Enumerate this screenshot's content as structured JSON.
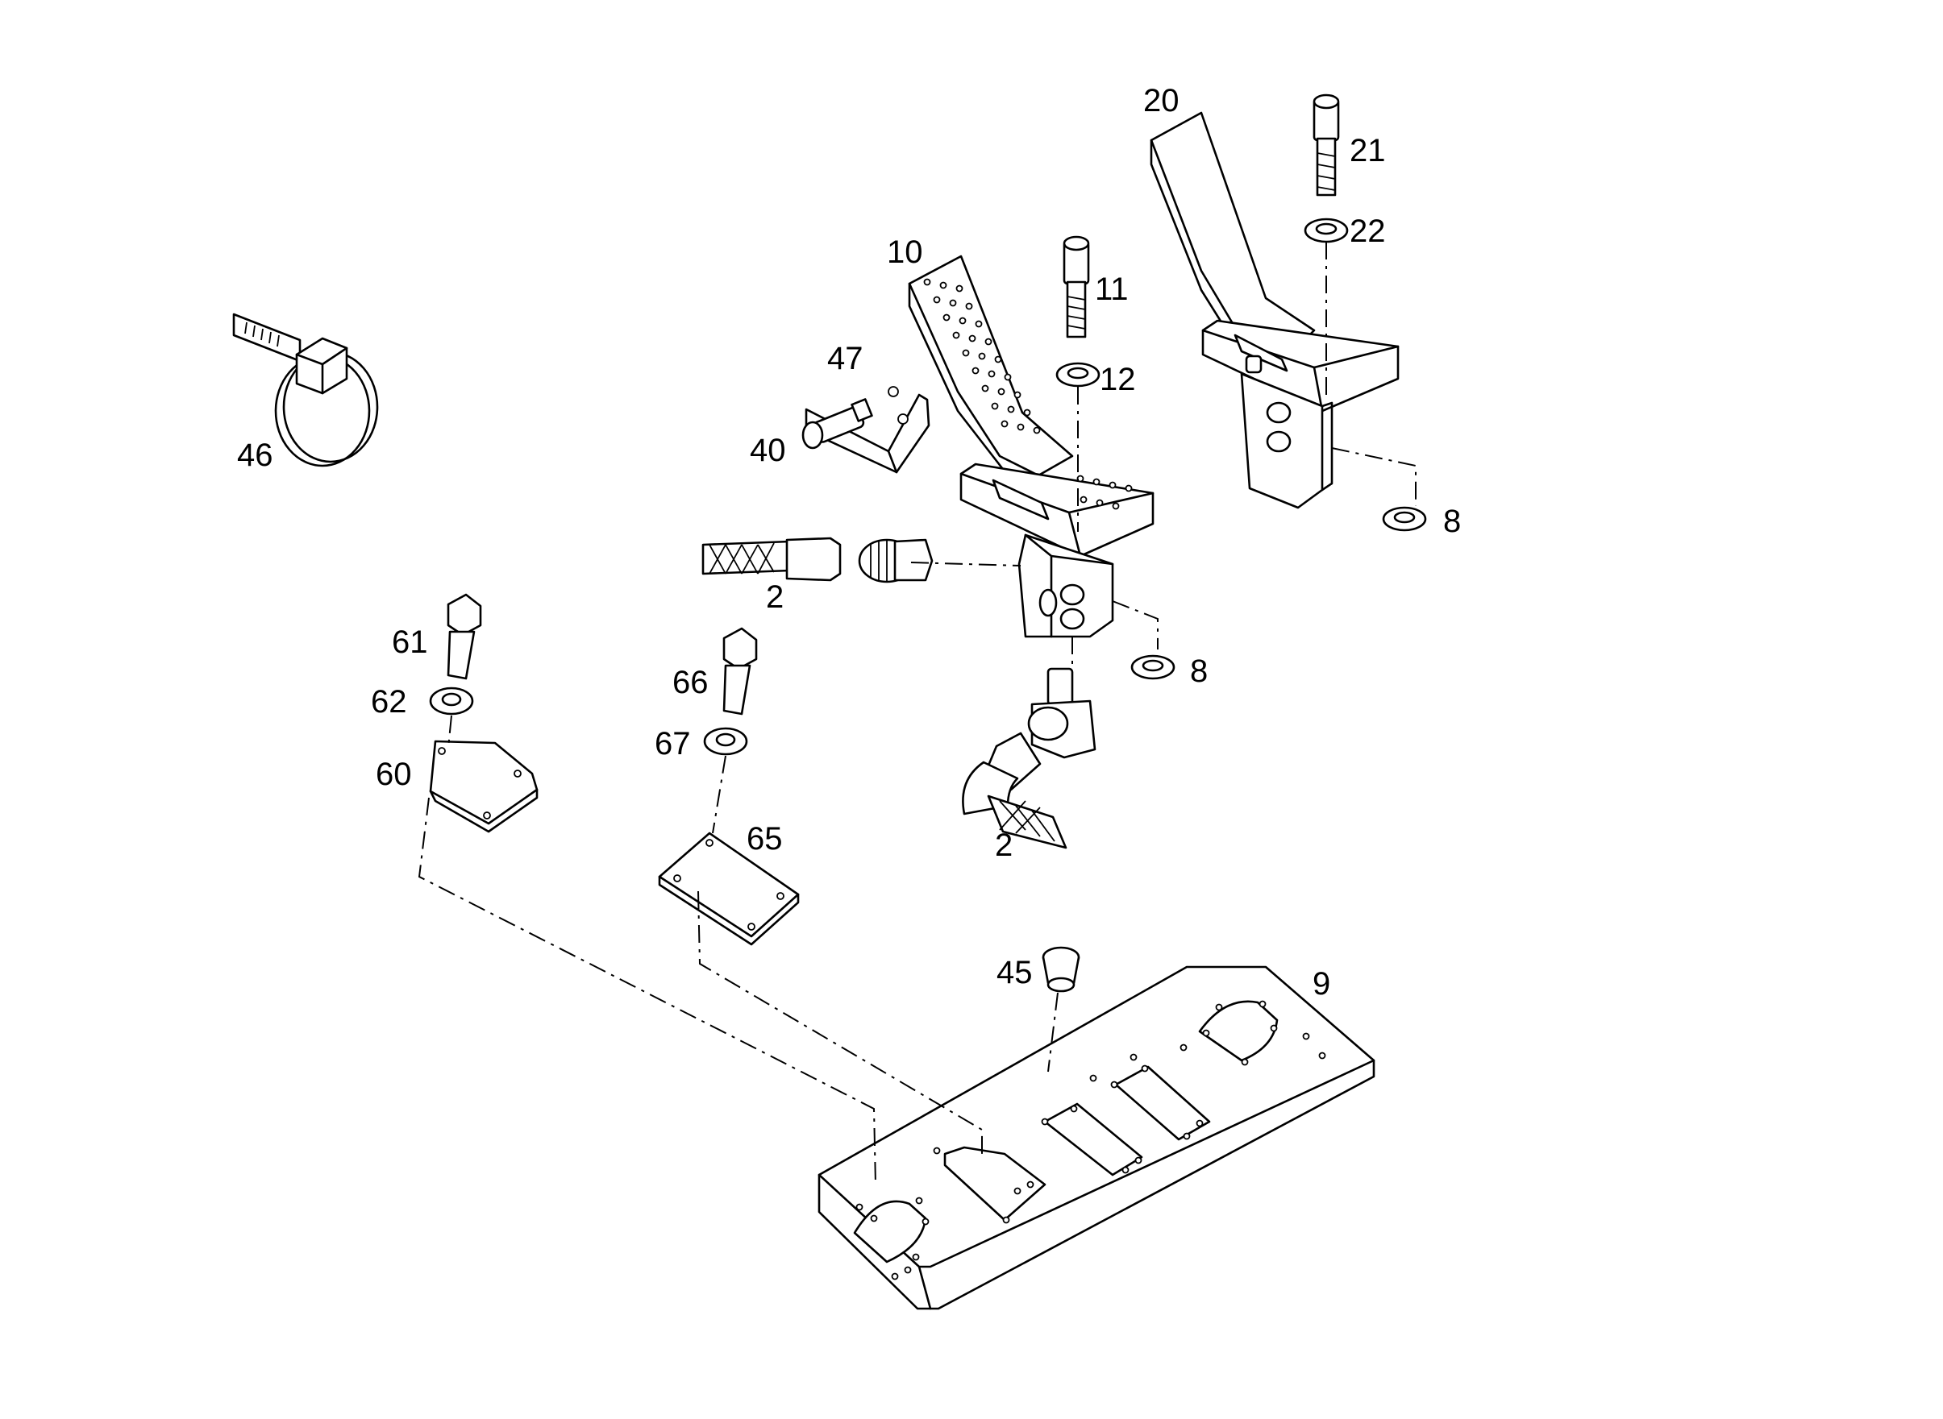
{
  "callouts": {
    "c2a": "2",
    "c2b": "2",
    "c8a": "8",
    "c8b": "8",
    "c9": "9",
    "c10": "10",
    "c11": "11",
    "c12": "12",
    "c20": "20",
    "c21": "21",
    "c22": "22",
    "c40": "40",
    "c45": "45",
    "c46": "46",
    "c47": "47",
    "c60": "60",
    "c61": "61",
    "c62": "62",
    "c65": "65",
    "c66": "66",
    "c67": "67"
  }
}
